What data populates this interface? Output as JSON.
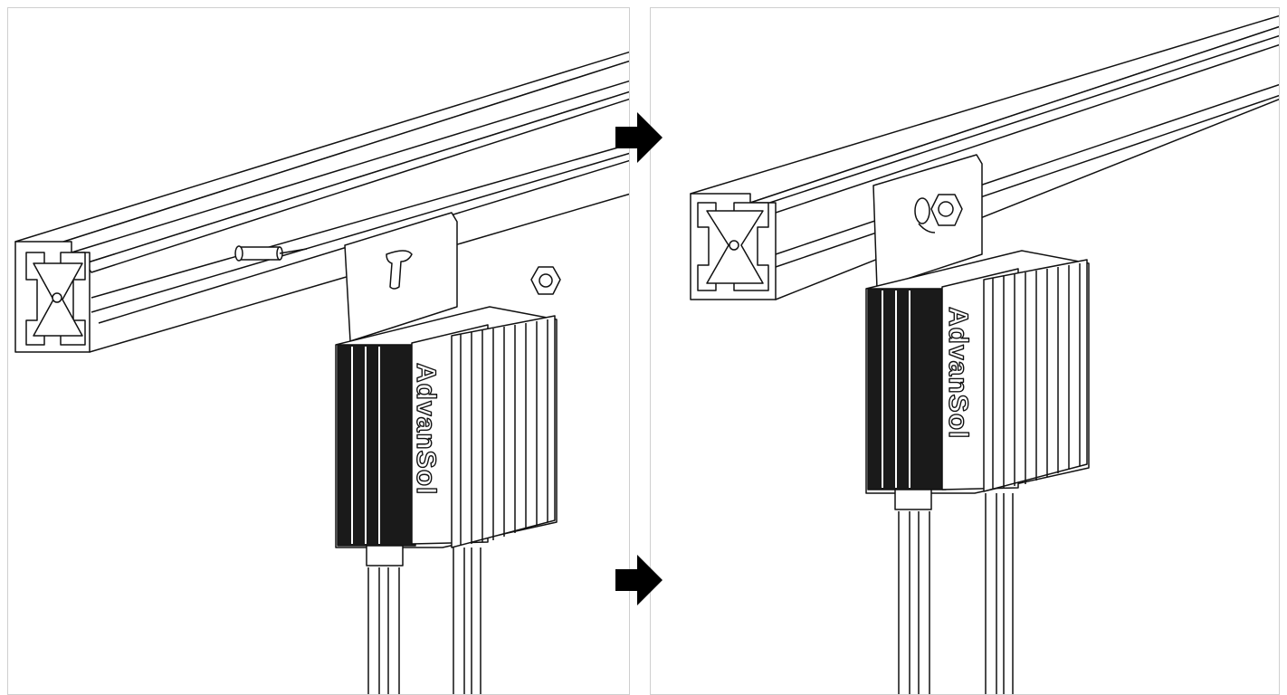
{
  "steps": [
    {
      "brand_label": "AdvanSol"
    },
    {
      "brand_label": "AdvanSol"
    }
  ],
  "arrows": [
    "next-step",
    "next-step"
  ],
  "colors": {
    "line": "#111111",
    "fill": "#ffffff",
    "dark": "#1a1a1a",
    "border": "#cfcfcf"
  }
}
